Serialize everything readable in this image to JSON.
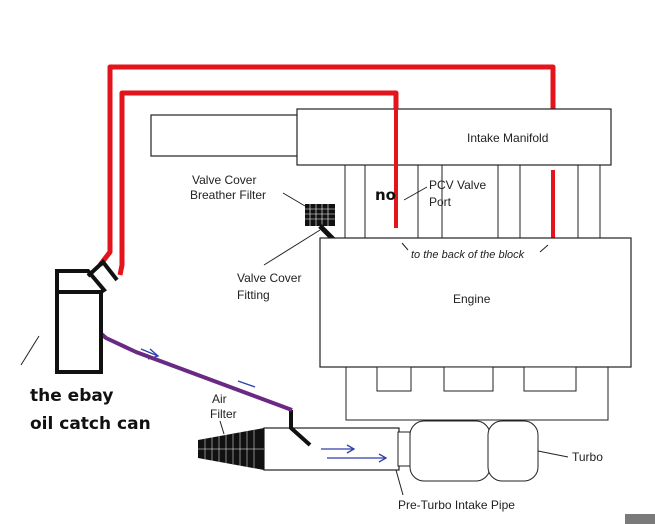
{
  "labels": {
    "intake_manifold": "Intake Manifold",
    "valve_cover_breather_filter_1": "Valve Cover",
    "valve_cover_breather_filter_2": "Breather Filter",
    "no": "no",
    "pcv_valve_port_1": "PCV Valve",
    "pcv_valve_port_2": "Port",
    "back_of_block": "to the back of the block",
    "valve_cover_fitting_1": "Valve Cover",
    "valve_cover_fitting_2": "Fitting",
    "engine": "Engine",
    "catch_can_1": "the ebay",
    "catch_can_2": "oil catch can",
    "air_filter_1": "Air",
    "air_filter_2": "Filter",
    "turbo": "Turbo",
    "pre_turbo_intake_pipe": "Pre-Turbo Intake Pipe"
  },
  "colors": {
    "red_hose": "#e3141b",
    "purple_hose": "#6a2a84",
    "outline": "#222222",
    "arrow": "#2f3fa8"
  }
}
